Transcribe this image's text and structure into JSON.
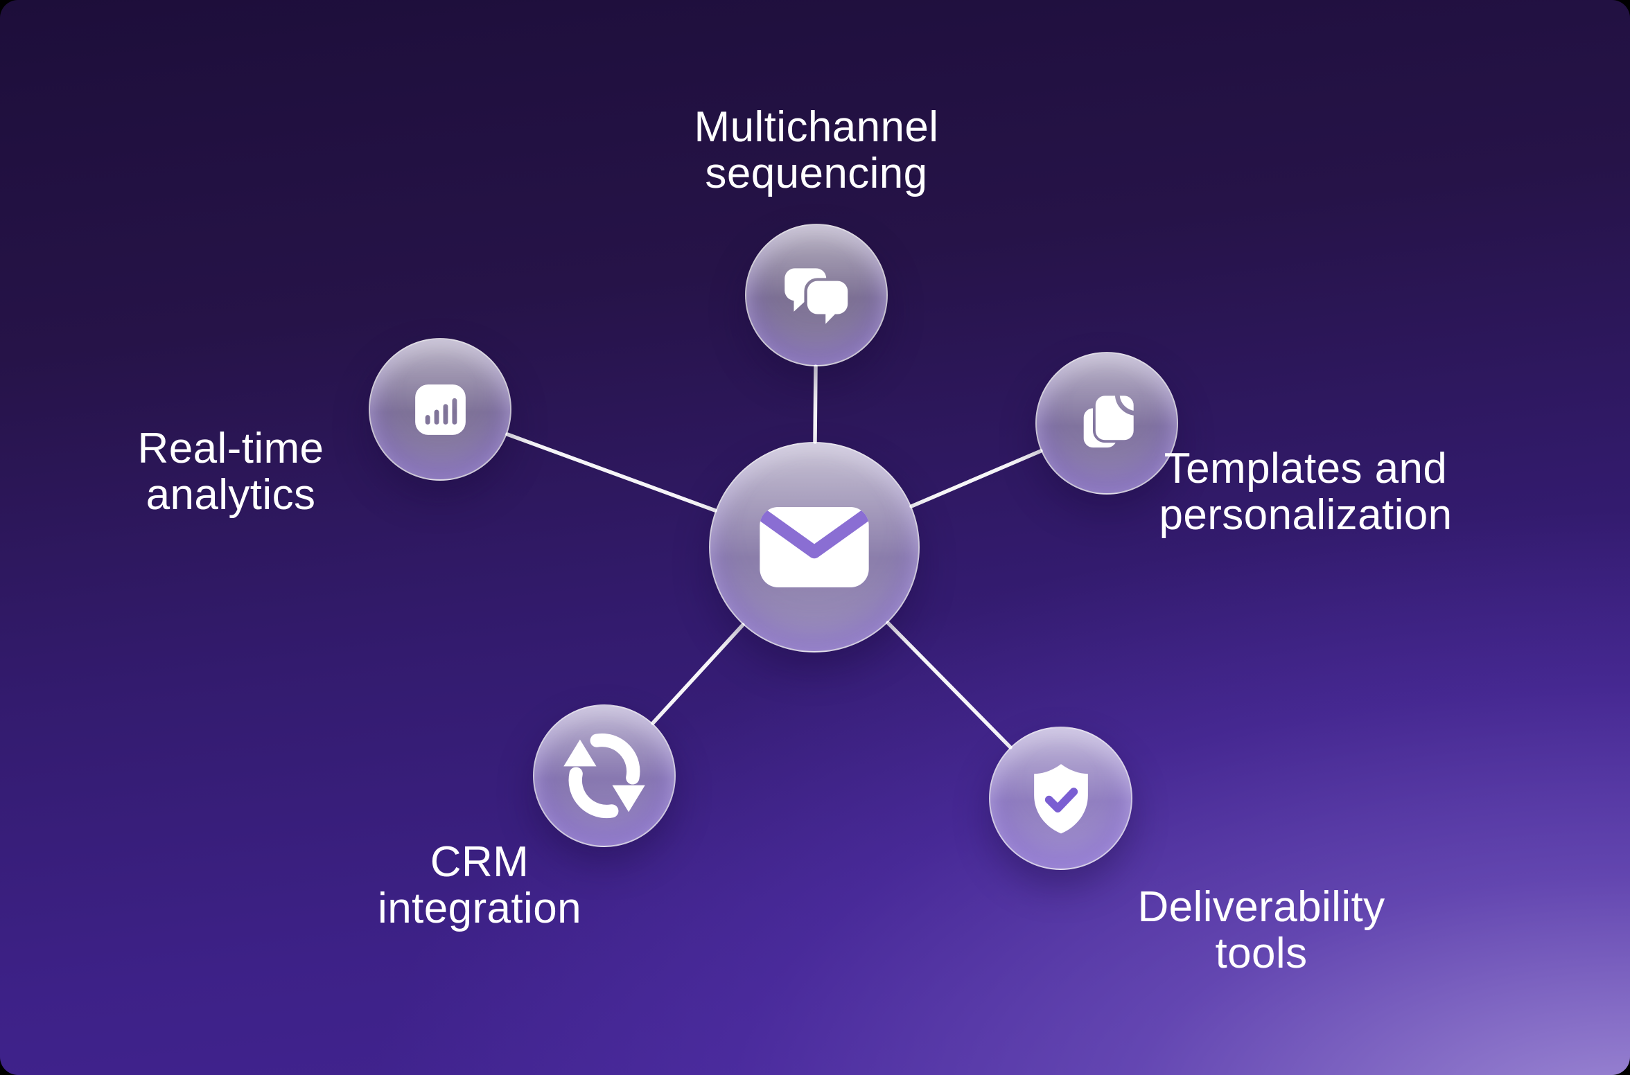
{
  "diagram": {
    "type": "hub-and-spoke-feature-diagram",
    "center_node": {
      "id": "email",
      "icon": "envelope-icon"
    },
    "nodes": [
      {
        "id": "multichannel-sequencing",
        "position": "top",
        "icon": "chat-bubbles-icon",
        "label_lines": [
          "Multichannel",
          "sequencing"
        ]
      },
      {
        "id": "templates-personalization",
        "position": "right",
        "icon": "copy-documents-icon",
        "label_lines": [
          "Templates and",
          "personalization"
        ]
      },
      {
        "id": "deliverability-tools",
        "position": "bottom-right",
        "icon": "shield-check-icon",
        "label_lines": [
          "Deliverability",
          "tools"
        ]
      },
      {
        "id": "crm-integration",
        "position": "bottom-left",
        "icon": "sync-arrows-icon",
        "label_lines": [
          "CRM",
          "integration"
        ]
      },
      {
        "id": "real-time-analytics",
        "position": "left",
        "icon": "bar-chart-icon",
        "label_lines": [
          "Real-time",
          "analytics"
        ]
      }
    ],
    "colors": {
      "background_dark": "#1d0e3a",
      "background_mid": "#432594",
      "background_light_corner": "#7c64c0",
      "accent_purple": "#7a5ed2",
      "envelope_gap_purple": "#8a6ed3",
      "text": "#ffffff",
      "connector_line": "#ffffff"
    }
  }
}
